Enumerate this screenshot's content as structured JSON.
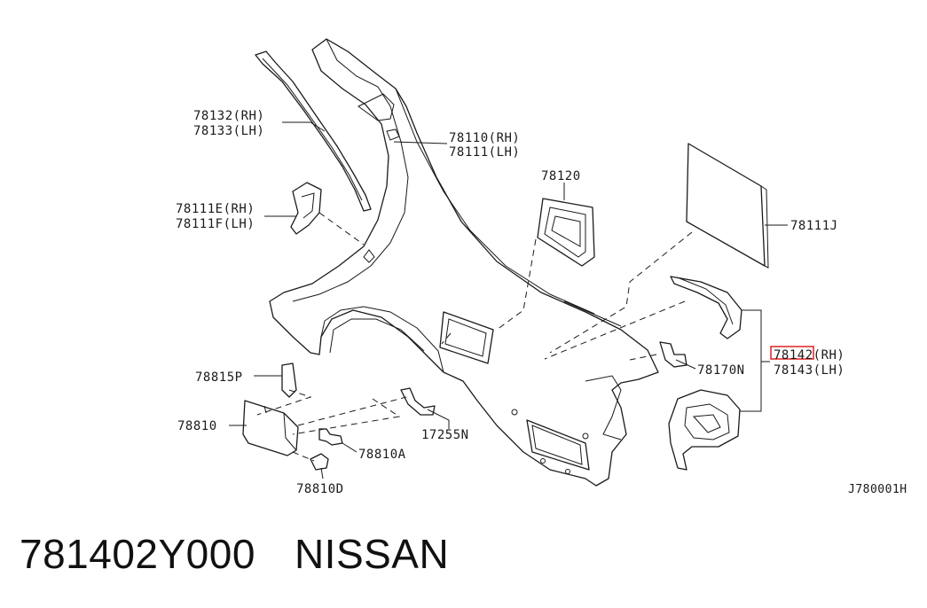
{
  "labels": {
    "p78132": "78132(RH)",
    "p78133": "78133(LH)",
    "p78110": "78110(RH)",
    "p78111": "78111(LH)",
    "p78111E": "78111E(RH)",
    "p78111F": "78111F(LH)",
    "p78120": "78120",
    "p78111J": "78111J",
    "p78142": "78142(RH)",
    "p78143": "78143(LH)",
    "p78170N": "78170N",
    "p78815P": "78815P",
    "p78810": "78810",
    "p17255N": "17255N",
    "p78810A": "78810A",
    "p78810D": "78810D",
    "diagram_code": "J780001H"
  },
  "highlight_color": "#e02020",
  "caption": {
    "part_number": "781402Y000",
    "brand": "NISSAN"
  }
}
